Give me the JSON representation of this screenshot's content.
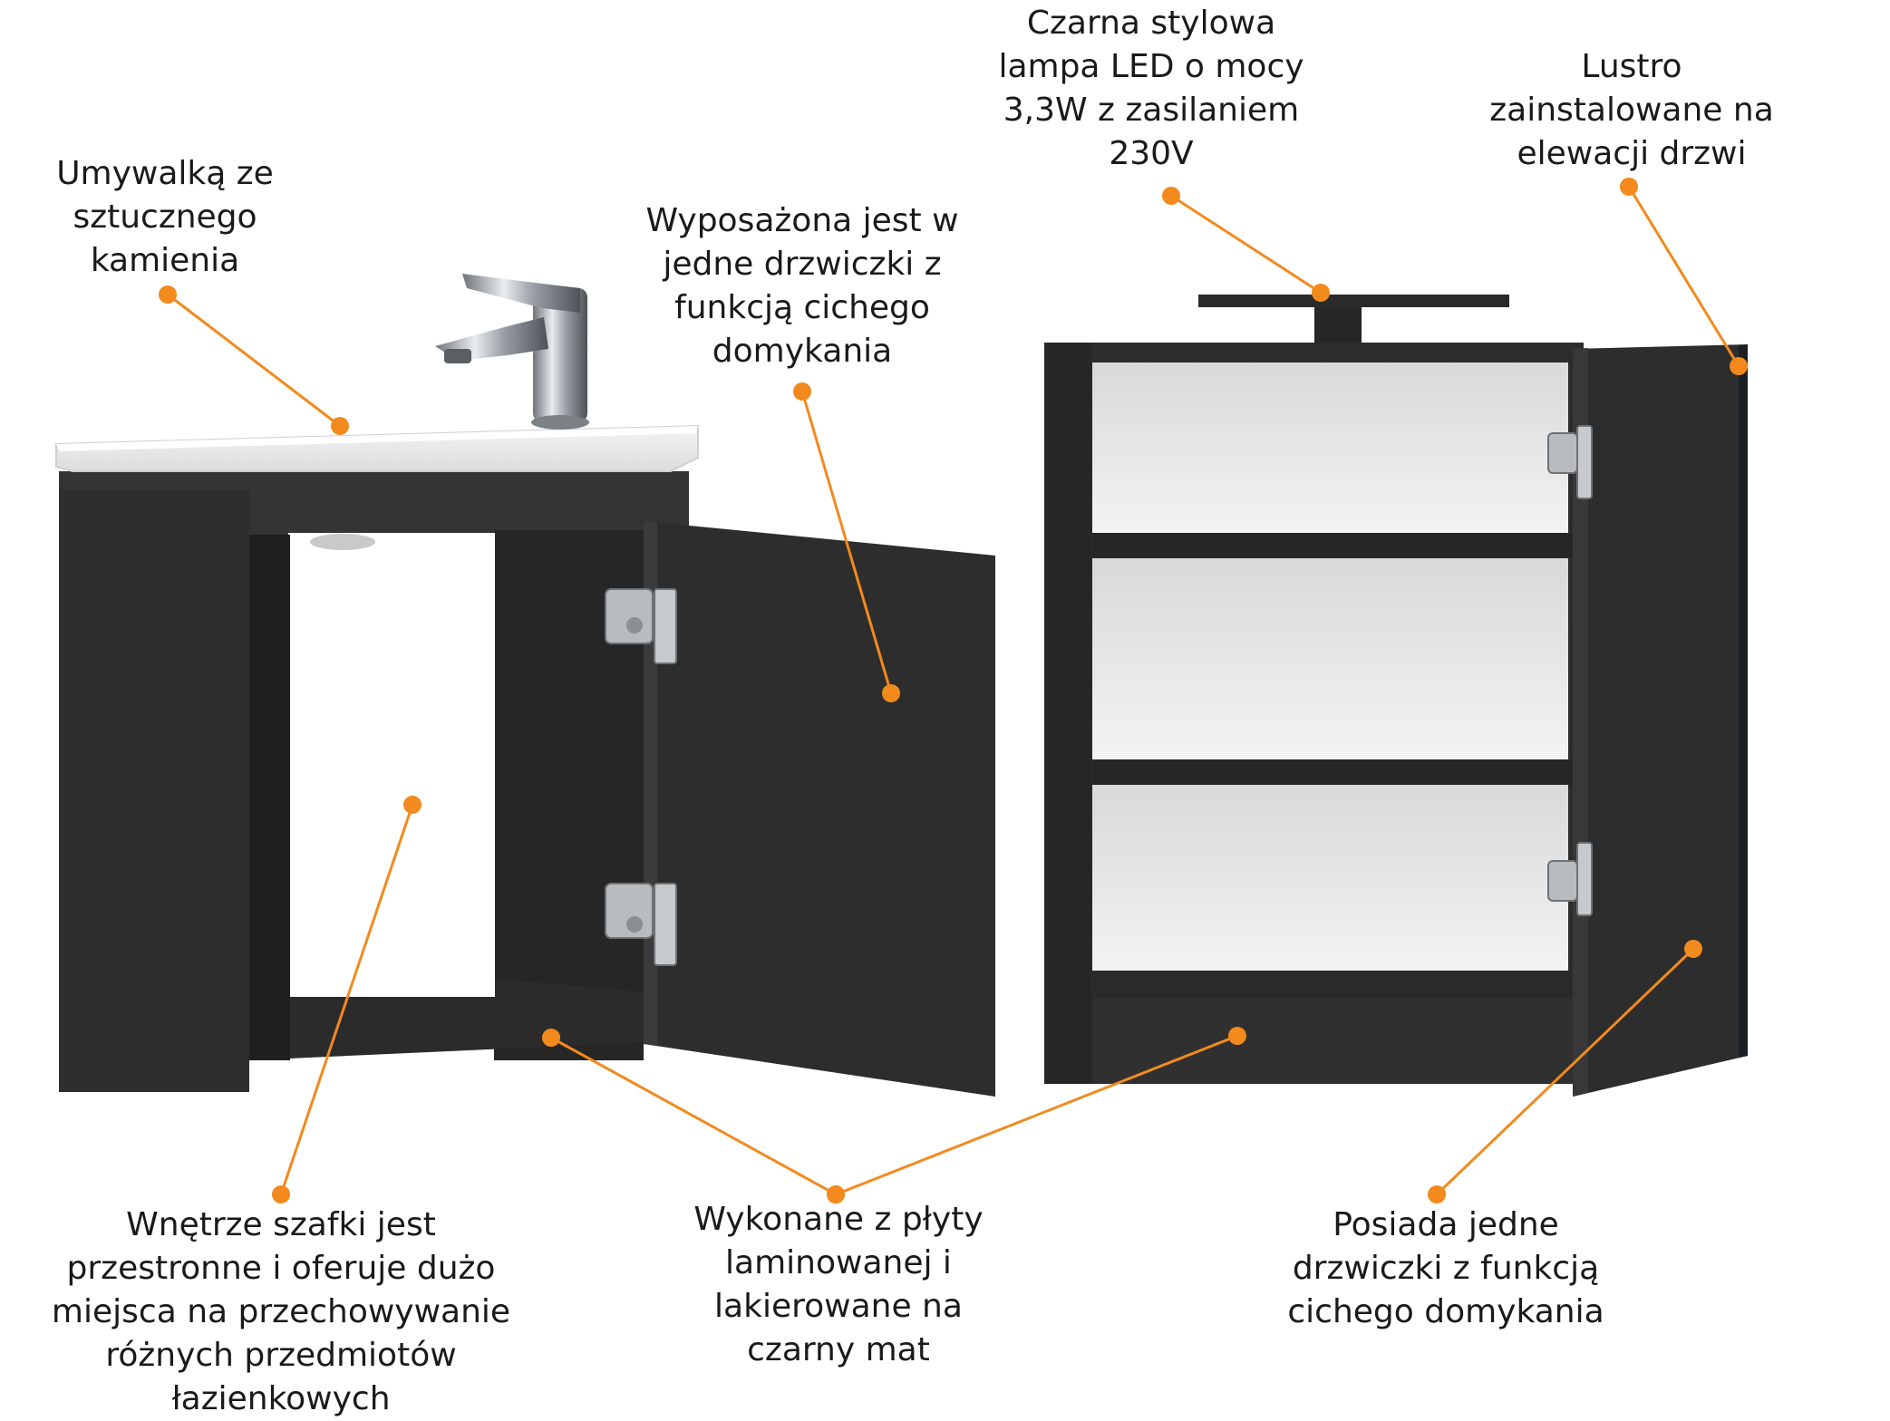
{
  "accent_color": "#f28a1e",
  "callouts": {
    "sink": {
      "lines": [
        "Umywalką ze",
        "sztucznego",
        "kamienia"
      ]
    },
    "door": {
      "lines": [
        "Wyposażona jest w",
        "jedne drzwiczki z",
        "funkcją cichego",
        "domykania"
      ]
    },
    "lamp": {
      "lines": [
        "Czarna stylowa",
        "lampa LED o mocy",
        "3,3W z zasilaniem",
        "230V"
      ]
    },
    "mirror": {
      "lines": [
        "Lustro",
        "zainstalowane na",
        "elewacji drzwi"
      ]
    },
    "interior": {
      "lines": [
        "Wnętrze szafki jest",
        "przestronne i oferuje dużo",
        "miejsca na przechowywanie",
        "różnych przedmiotów",
        "łazienkowych"
      ]
    },
    "material": {
      "lines": [
        "Wykonane z płyty",
        "laminowanej i",
        "lakierowane na",
        "czarny mat"
      ]
    },
    "mirror_door": {
      "lines": [
        "Posiada jedne",
        "drzwiczki z funkcją",
        "cichego domykania"
      ]
    }
  }
}
